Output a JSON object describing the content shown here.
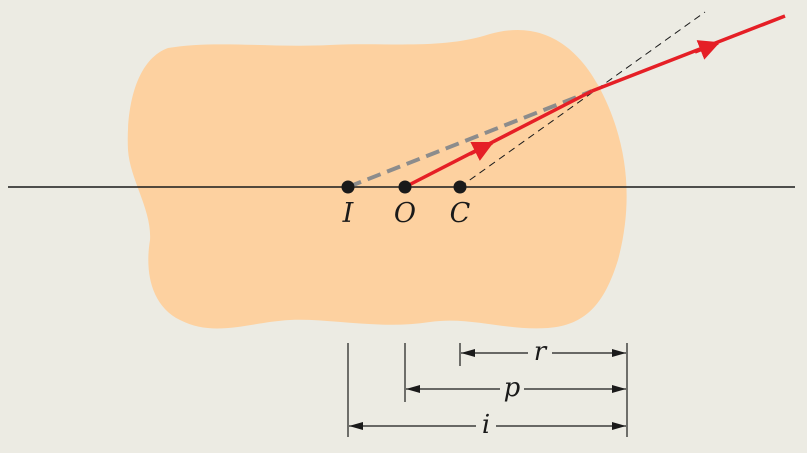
{
  "diagram": {
    "points": {
      "I": "I",
      "O": "O",
      "C": "C"
    },
    "dimensions": {
      "r": "r",
      "p": "p",
      "i": "i"
    },
    "colors": {
      "background": "#ecebe3",
      "medium": "#fdd1a0",
      "ray": "#e51f26",
      "virtual_ray": "#8c8c8c",
      "line": "#1a1a1a"
    }
  }
}
